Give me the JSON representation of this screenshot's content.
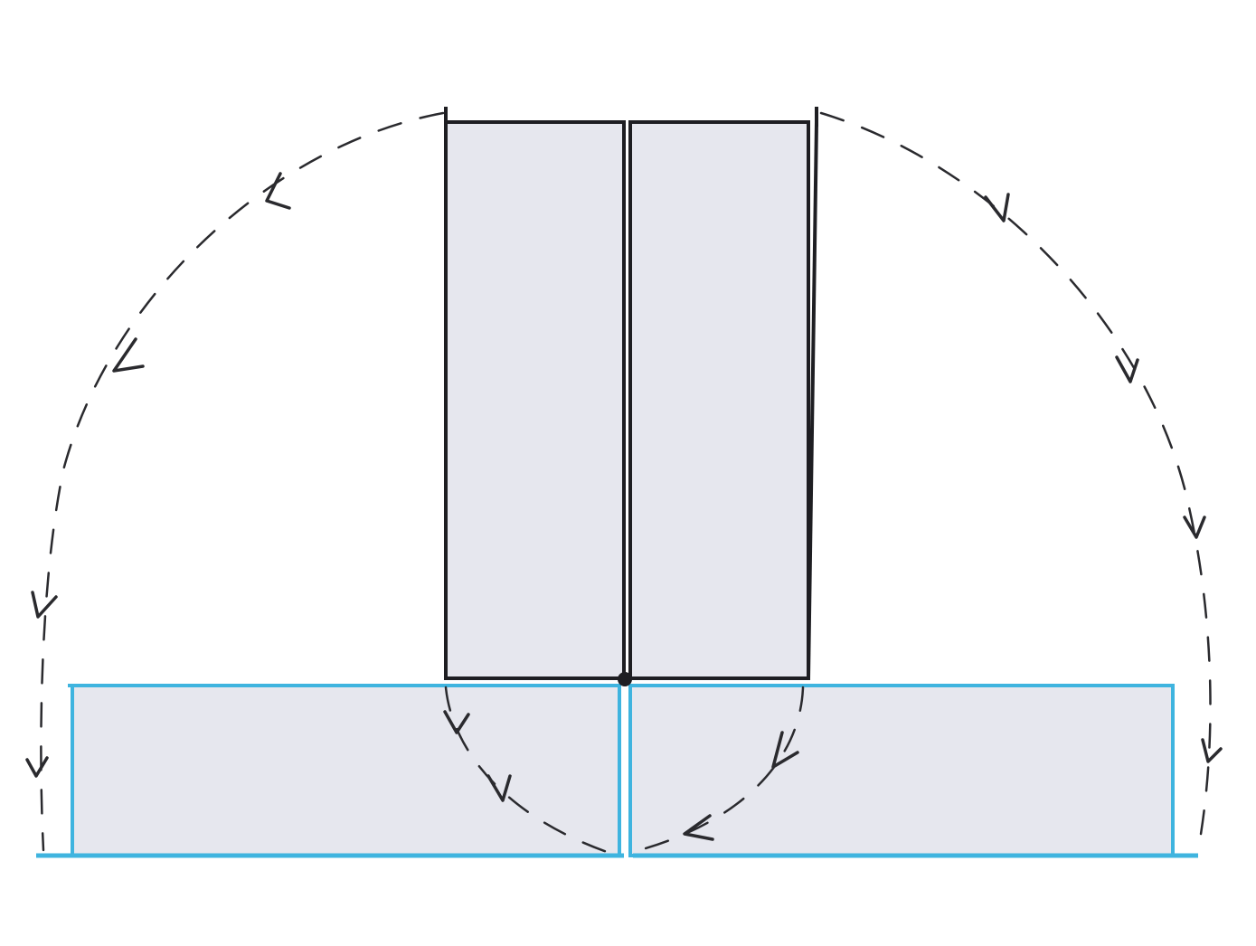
{
  "diagram": {
    "colors": {
      "panel_fill": "#e6e7ee",
      "upright_stroke": "#1e1e22",
      "folded_stroke": "#3fb4df",
      "motion_stroke": "#2a2a2e"
    },
    "panels": [
      {
        "id": "upright-left",
        "state": "upright"
      },
      {
        "id": "upright-right",
        "state": "upright"
      },
      {
        "id": "folded-left",
        "state": "folded"
      },
      {
        "id": "folded-right",
        "state": "folded"
      }
    ],
    "hinge": {
      "icon": "pivot-dot-icon"
    },
    "motion_arrows": [
      {
        "id": "outer-left-swing",
        "direction": "counterclockwise"
      },
      {
        "id": "outer-right-swing",
        "direction": "clockwise"
      },
      {
        "id": "inner-left-swing",
        "direction": "counterclockwise"
      },
      {
        "id": "inner-right-swing",
        "direction": "clockwise"
      }
    ]
  }
}
